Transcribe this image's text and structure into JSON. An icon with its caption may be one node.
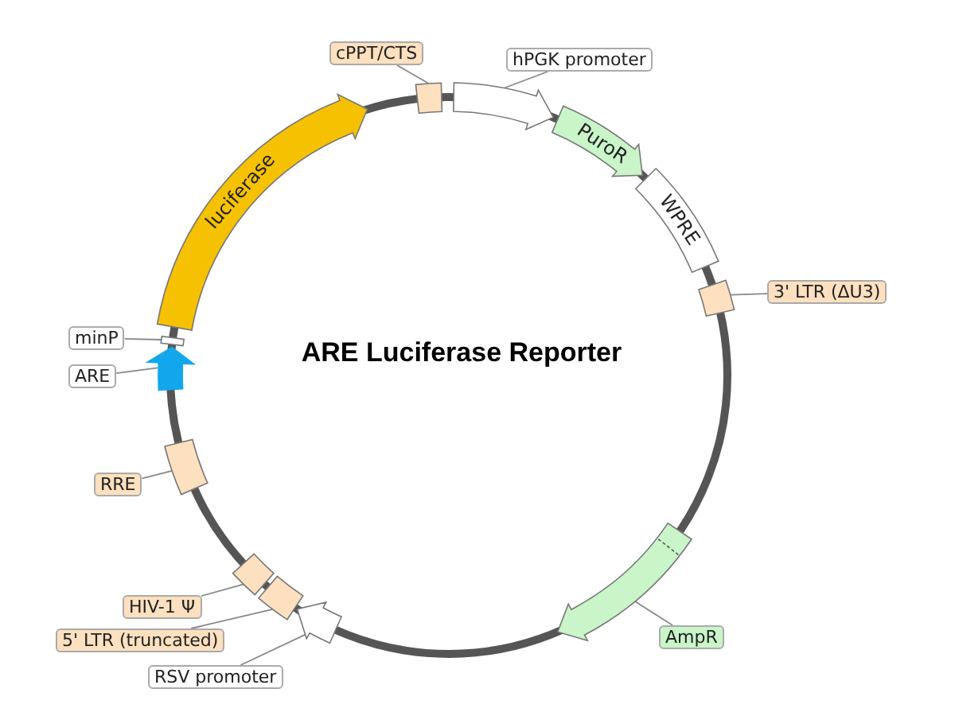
{
  "diagram": {
    "title": "ARE Luciferase Reporter",
    "nodes": [
      {
        "text": [
          "cPPT/CTS"
        ]
      },
      {
        "text": [],
        "shape": "box"
      },
      {
        "text": [
          "hPGK promoter"
        ]
      },
      {
        "text": [],
        "shape": "arrow"
      },
      {
        "text": [
          "luciferase"
        ]
      },
      {
        "text": [
          "PuroR"
        ]
      },
      {
        "text": [
          "WPRE"
        ]
      },
      {
        "text": [
          "3' LTR (ΔU3)"
        ]
      },
      {
        "text": [],
        "shape": "box"
      },
      {
        "text": [
          "minP"
        ]
      },
      {
        "text": [],
        "shape": "box"
      },
      {
        "text": [
          "ARE"
        ]
      },
      {
        "text": [],
        "shape": "arrow"
      },
      {
        "text": [
          "RRE"
        ]
      },
      {
        "text": [],
        "shape": "box"
      },
      {
        "text": [],
        "shape": "arrow"
      },
      {
        "text": [
          "AmpR"
        ]
      },
      {
        "text": [
          "HIV-1 Ψ"
        ]
      },
      {
        "text": [],
        "shape": "box"
      },
      {
        "text": [
          "5' LTR (truncated)"
        ]
      },
      {
        "text": [],
        "shape": "box"
      },
      {
        "text": [
          "RSV promoter"
        ]
      },
      {
        "text": [],
        "shape": "arrow"
      }
    ],
    "edges": [
      {
        "from": 0,
        "to": 1,
        "arrow": "none"
      },
      {
        "from": 2,
        "to": 3,
        "arrow": "none"
      },
      {
        "from": 7,
        "to": 8,
        "arrow": "none"
      },
      {
        "from": 9,
        "to": 10,
        "arrow": "none"
      },
      {
        "from": 11,
        "to": 12,
        "arrow": "none"
      },
      {
        "from": 13,
        "to": 14,
        "arrow": "none"
      },
      {
        "from": 16,
        "to": 15,
        "arrow": "none"
      },
      {
        "from": 17,
        "to": 18,
        "arrow": "none"
      },
      {
        "from": 19,
        "to": 20,
        "arrow": "none"
      },
      {
        "from": 21,
        "to": 22,
        "arrow": "none"
      }
    ]
  }
}
